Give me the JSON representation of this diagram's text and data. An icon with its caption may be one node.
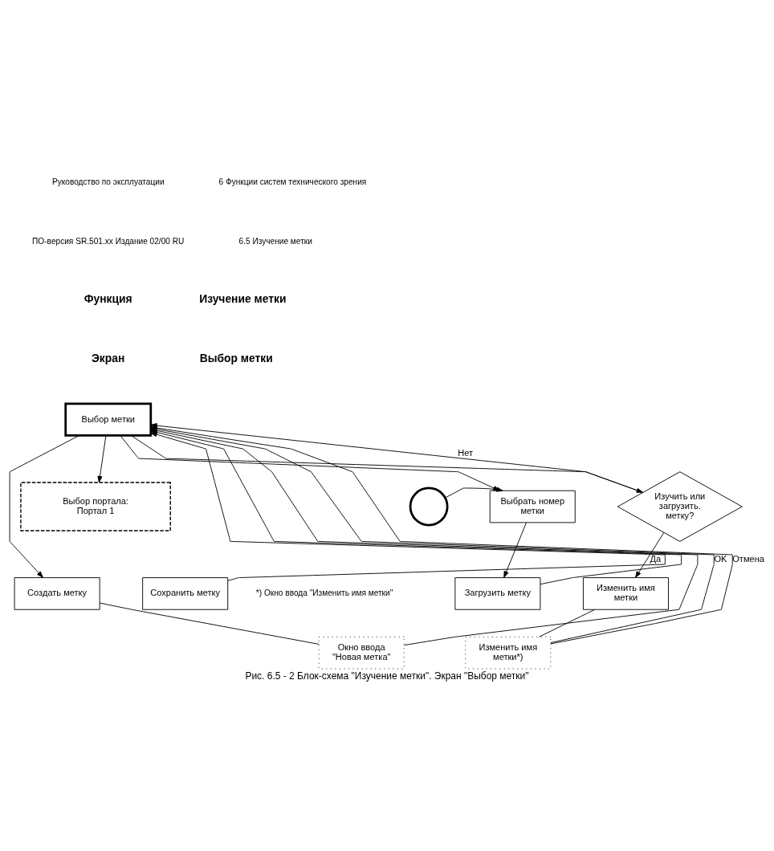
{
  "diagram": {
    "caption": "Рис. 6.5 - 2 Блок-схема \"Изучение метки\". Экран \"Выбор метки\"",
    "nodes": [
      {
        "text": [
          "Выбор метки"
        ]
      },
      {
        "text": [],
        "shape": "circle"
      },
      {
        "text": [
          "Выбрать номер метки"
        ]
      },
      {
        "text": [
          "Изучить или загрузить. метку?"
        ]
      },
      {
        "text": [
          "Создать метку"
        ]
      },
      {
        "text": [
          "Сохранить метку"
        ]
      },
      {
        "text": [
          "Загрузить метку"
        ]
      },
      {
        "text": [
          "Изменить имя метки"
        ]
      },
      {
        "text": [
          "Окно ввода \"Новая метка\""
        ]
      },
      {
        "text": [
          "Выбор портала: Портал 1"
        ]
      },
      {
        "text": [
          "Изменить имя метки*)"
        ]
      }
    ],
    "edges": [
      {
        "from": 0,
        "to": 2,
        "arrow": "to"
      },
      {
        "from": 0,
        "to": 3,
        "arrow": "to"
      },
      {
        "from": 0,
        "to": 4,
        "arrow": "to"
      },
      {
        "from": 0,
        "to": 9,
        "arrow": "to"
      },
      {
        "from": 1,
        "to": 2,
        "arrow": "to"
      },
      {
        "from": 2,
        "to": 6,
        "arrow": "to"
      },
      {
        "from": 3,
        "to": 7,
        "label": "Да",
        "arrow": "to"
      },
      {
        "from": 3,
        "to": 0,
        "label": "Нет",
        "arrow": "to"
      },
      {
        "from": 4,
        "to": 8,
        "arrow": "none"
      },
      {
        "from": 8,
        "to": 0,
        "arrow": "to"
      },
      {
        "from": 5,
        "to": 0,
        "arrow": "to"
      },
      {
        "from": 6,
        "to": 0,
        "arrow": "to"
      },
      {
        "from": 7,
        "to": 10,
        "arrow": "none"
      },
      {
        "from": 10,
        "to": 0,
        "label": "OK",
        "arrow": "to"
      },
      {
        "from": 10,
        "to": 0,
        "label": "Отмена",
        "arrow": "to"
      }
    ],
    "labels": [
      "Руководство по эксплуатации",
      "6 Функции систем технического зрения",
      "ПО-версия SR.501.xx Издание 02/00 RU",
      "6.5 Изучение метки",
      "Функция",
      "Изучение метки",
      "Экран",
      "Выбор метки",
      "*) Окно ввода \"Изменить имя метки\""
    ]
  }
}
